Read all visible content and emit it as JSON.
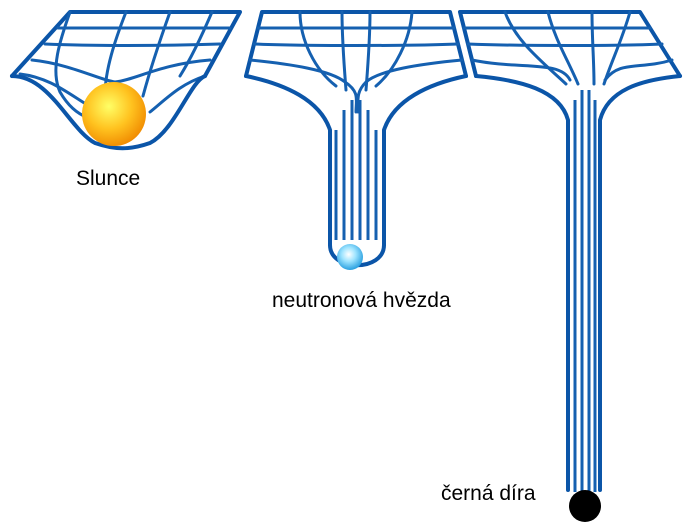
{
  "colors": {
    "grid": "#1560b0",
    "sun": "#ffb020",
    "neutron_star": "#5fc8f5",
    "black_hole": "#000000"
  },
  "labels": {
    "sun": "Slunce",
    "neutron_star": "neutronová hvězda",
    "black_hole": "černá díra"
  }
}
